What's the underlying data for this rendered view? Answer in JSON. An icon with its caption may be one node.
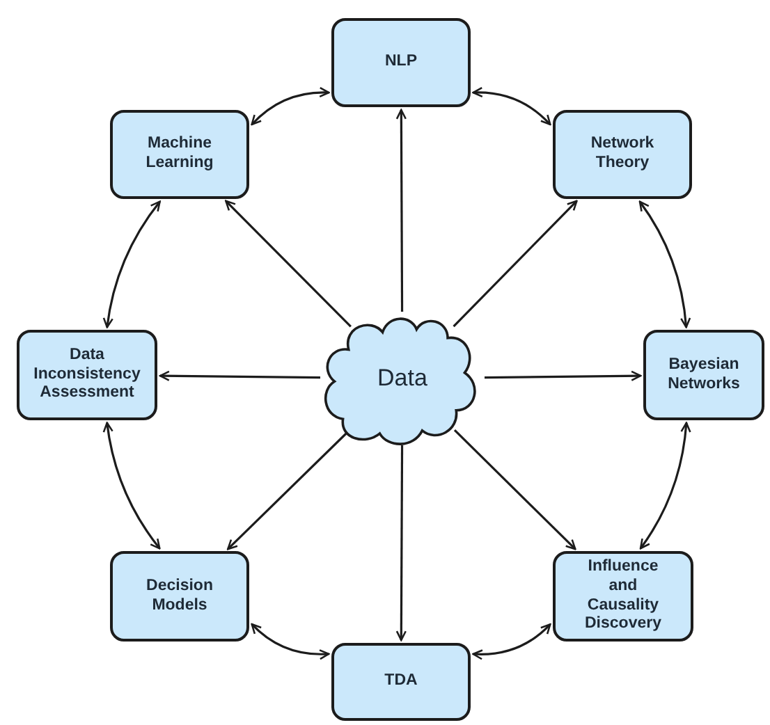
{
  "diagram": {
    "nodes": [
      {
        "text": [
          "NLP"
        ]
      },
      {
        "text": [
          "Machine Learning"
        ]
      },
      {
        "text": [
          "Network Theory"
        ]
      },
      {
        "text": [
          "Data Inconsistency Assessment"
        ]
      },
      {
        "text": [
          "Data"
        ]
      },
      {
        "text": [
          "Bayesian Networks"
        ]
      },
      {
        "text": [
          "Decision Models"
        ]
      },
      {
        "text": [
          "Influence and Causality Discovery"
        ]
      },
      {
        "text": [
          "TDA"
        ]
      }
    ],
    "edges": [
      {
        "from": 4,
        "to": 0,
        "arrow": "to"
      },
      {
        "from": 4,
        "to": 1,
        "arrow": "to"
      },
      {
        "from": 4,
        "to": 2,
        "arrow": "to"
      },
      {
        "from": 4,
        "to": 3,
        "arrow": "to"
      },
      {
        "from": 4,
        "to": 5,
        "arrow": "to"
      },
      {
        "from": 4,
        "to": 6,
        "arrow": "to"
      },
      {
        "from": 4,
        "to": 7,
        "arrow": "to"
      },
      {
        "from": 4,
        "to": 8,
        "arrow": "to"
      },
      {
        "from": 1,
        "to": 0,
        "arrow": "both"
      },
      {
        "from": 0,
        "to": 2,
        "arrow": "both"
      },
      {
        "from": 2,
        "to": 5,
        "arrow": "both"
      },
      {
        "from": 5,
        "to": 7,
        "arrow": "both"
      },
      {
        "from": 7,
        "to": 8,
        "arrow": "both"
      },
      {
        "from": 8,
        "to": 6,
        "arrow": "both"
      },
      {
        "from": 6,
        "to": 3,
        "arrow": "both"
      },
      {
        "from": 3,
        "to": 1,
        "arrow": "both"
      }
    ]
  }
}
